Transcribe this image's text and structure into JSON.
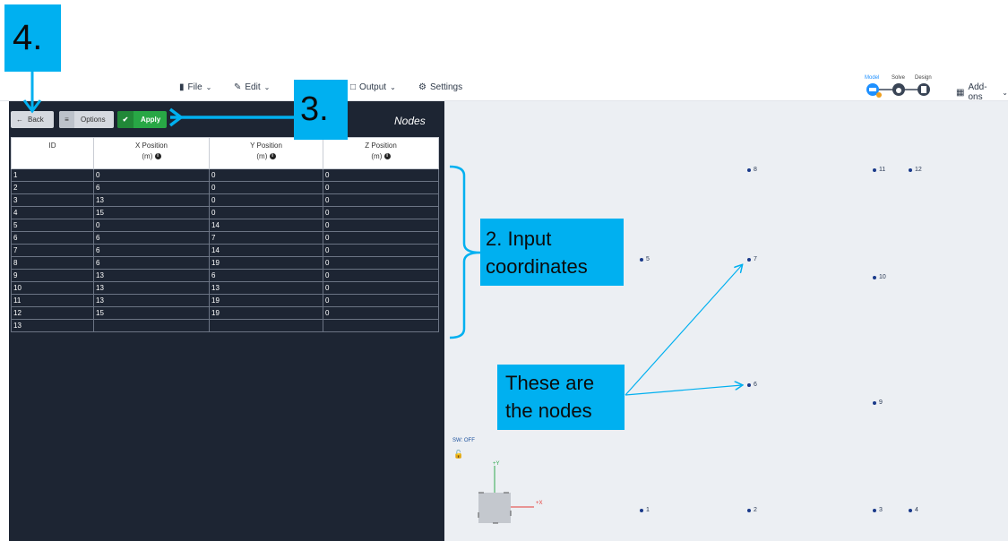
{
  "menu": {
    "file": "File",
    "edit": "Edit",
    "output": "Output",
    "settings": "Settings",
    "addons": "Add-ons"
  },
  "workflow": {
    "model": "Model",
    "solve": "Solve",
    "design": "Design",
    "badge": "!"
  },
  "panel": {
    "back_label": "Back",
    "options_label": "Options",
    "apply_label": "Apply",
    "title": "Nodes"
  },
  "table": {
    "headers": [
      {
        "label": "ID",
        "unit": ""
      },
      {
        "label": "X Position",
        "unit": "(m)"
      },
      {
        "label": "Y Position",
        "unit": "(m)"
      },
      {
        "label": "Z Position",
        "unit": "(m)"
      }
    ],
    "rows": [
      [
        "1",
        "0",
        "0",
        "0"
      ],
      [
        "2",
        "6",
        "0",
        "0"
      ],
      [
        "3",
        "13",
        "0",
        "0"
      ],
      [
        "4",
        "15",
        "0",
        "0"
      ],
      [
        "5",
        "0",
        "14",
        "0"
      ],
      [
        "6",
        "6",
        "7",
        "0"
      ],
      [
        "7",
        "6",
        "14",
        "0"
      ],
      [
        "8",
        "6",
        "19",
        "0"
      ],
      [
        "9",
        "13",
        "6",
        "0"
      ],
      [
        "10",
        "13",
        "13",
        "0"
      ],
      [
        "11",
        "13",
        "19",
        "0"
      ],
      [
        "12",
        "15",
        "19",
        "0"
      ],
      [
        "13",
        "",
        "",
        ""
      ]
    ]
  },
  "viewport": {
    "sw_status": "SW: OFF",
    "axis_y": "+Y",
    "axis_x": "+X",
    "nodes": [
      {
        "label": "1",
        "x": 0,
        "y": 0
      },
      {
        "label": "2",
        "x": 6,
        "y": 0
      },
      {
        "label": "3",
        "x": 13,
        "y": 0
      },
      {
        "label": "4",
        "x": 15,
        "y": 0
      },
      {
        "label": "5",
        "x": 0,
        "y": 14
      },
      {
        "label": "6",
        "x": 6,
        "y": 7
      },
      {
        "label": "7",
        "x": 6,
        "y": 14
      },
      {
        "label": "8",
        "x": 6,
        "y": 19
      },
      {
        "label": "9",
        "x": 13,
        "y": 6
      },
      {
        "label": "10",
        "x": 13,
        "y": 13
      },
      {
        "label": "11",
        "x": 13,
        "y": 19
      },
      {
        "label": "12",
        "x": 15,
        "y": 19
      }
    ]
  },
  "annotations": {
    "step4": "4.",
    "step3": "3.",
    "step2": "2. Input coordinates",
    "nodes_note": "These are the nodes"
  },
  "colors": {
    "callout": "#00b0f0",
    "panel_bg": "#1d2533",
    "apply_green": "#28a745",
    "node_blue": "#1a3a8a"
  }
}
